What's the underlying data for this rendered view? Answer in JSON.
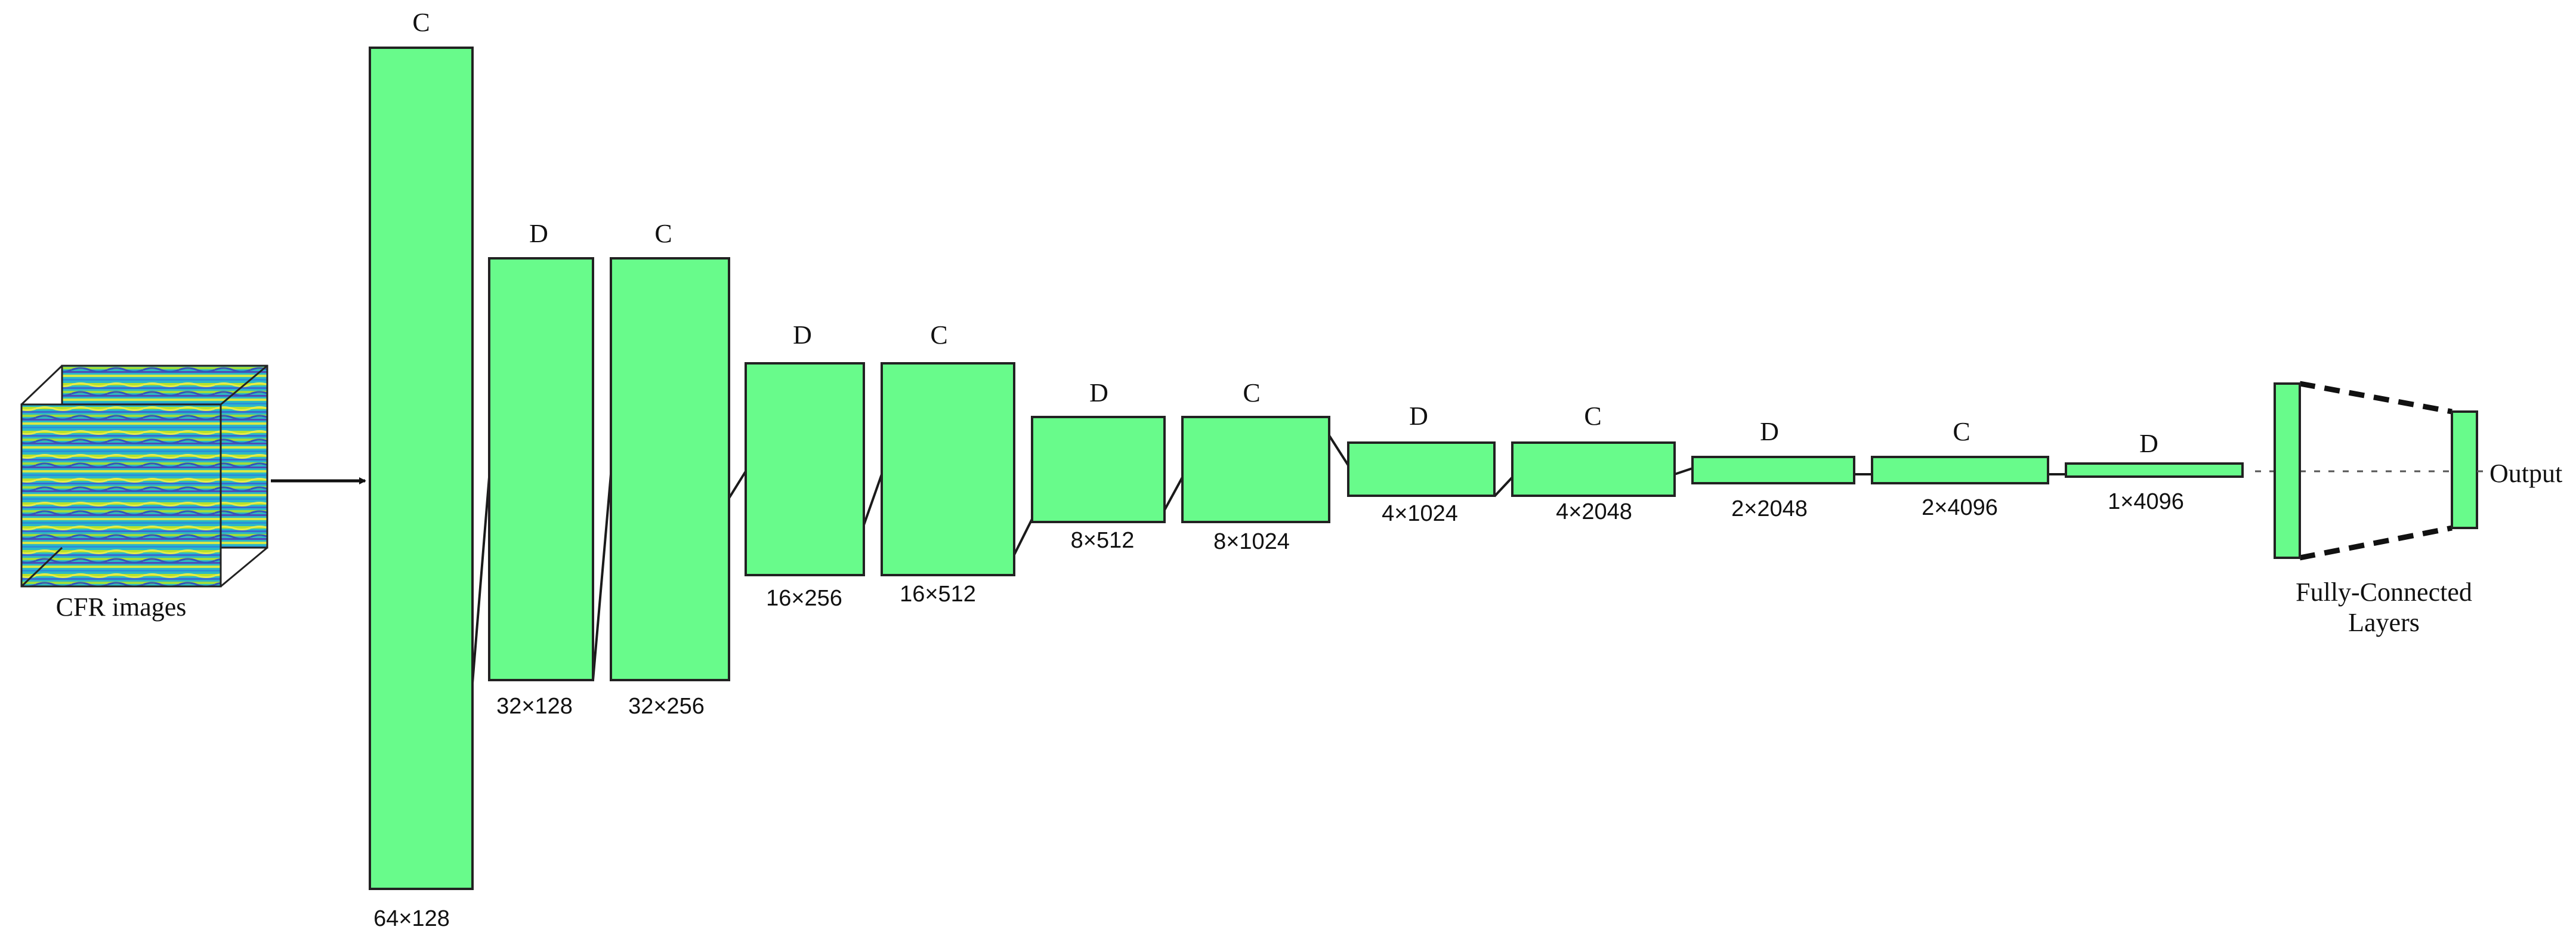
{
  "input": {
    "label": "CFR images"
  },
  "layers": [
    {
      "type_label": "C",
      "dims_label": "64×128"
    },
    {
      "type_label": "D",
      "dims_label": "32×128"
    },
    {
      "type_label": "C",
      "dims_label": "32×256"
    },
    {
      "type_label": "D",
      "dims_label": "16×256"
    },
    {
      "type_label": "C",
      "dims_label": "16×512"
    },
    {
      "type_label": "D",
      "dims_label": "8×512"
    },
    {
      "type_label": "C",
      "dims_label": "8×1024"
    },
    {
      "type_label": "D",
      "dims_label": "4×1024"
    },
    {
      "type_label": "C",
      "dims_label": "4×2048"
    },
    {
      "type_label": "D",
      "dims_label": "2×2048"
    },
    {
      "type_label": "C",
      "dims_label": "2×4096"
    },
    {
      "type_label": "D",
      "dims_label": "1×4096"
    }
  ],
  "fully_connected": {
    "label_line1": "Fully-Connected",
    "label_line2": "Layers"
  },
  "output": {
    "label": "Output"
  },
  "colors": {
    "block_fill": "#68fb8b",
    "block_stroke": "#222222"
  }
}
